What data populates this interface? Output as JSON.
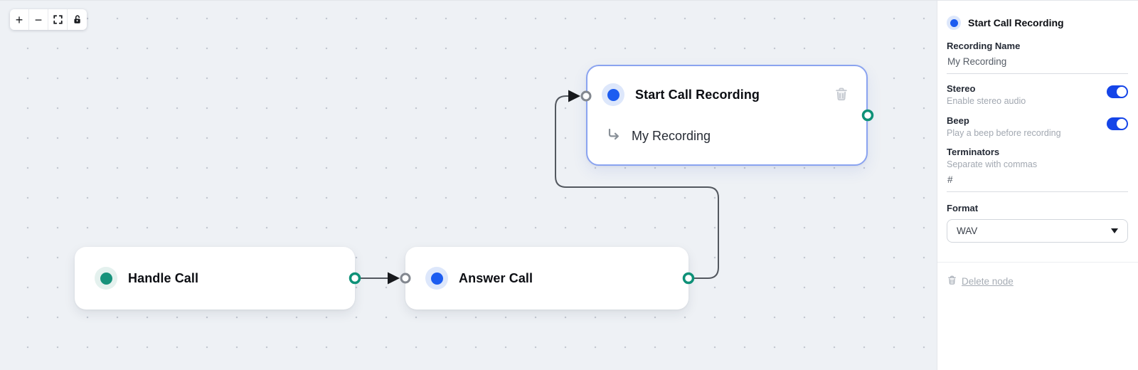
{
  "toolbar": {
    "zoom_in_glyph": "+",
    "zoom_out_glyph": "−",
    "icons": [
      "zoom-in-icon",
      "zoom-out-icon",
      "fit-view-icon",
      "unlock-icon"
    ]
  },
  "canvas": {
    "nodes": [
      {
        "title": "Handle Call",
        "accent": "teal"
      },
      {
        "title": "Answer Call",
        "accent": "blue"
      },
      {
        "title": "Start Call Recording",
        "subtitle": "My Recording",
        "accent": "blue",
        "selected": true
      }
    ],
    "edges": [
      {
        "from": "Handle Call",
        "to": "Answer Call"
      },
      {
        "from": "Answer Call",
        "to": "Start Call Recording"
      }
    ]
  },
  "panel": {
    "title": "Start Call Recording",
    "recording_name": {
      "label": "Recording Name",
      "value": "My Recording"
    },
    "stereo": {
      "label": "Stereo",
      "description": "Enable stereo audio",
      "enabled": true
    },
    "beep": {
      "label": "Beep",
      "description": "Play a beep before recording",
      "enabled": true
    },
    "terminators": {
      "label": "Terminators",
      "description": "Separate with commas",
      "value": "#"
    },
    "format": {
      "label": "Format",
      "value": "WAV"
    },
    "delete_label": "Delete node"
  },
  "colors": {
    "accent_teal": "#17927b",
    "accent_blue": "#1c5cf0",
    "toggle_on": "#1545e8",
    "selected_border": "#8aa3f0",
    "edge": "#53585f",
    "canvas_bg": "#eef1f5"
  }
}
